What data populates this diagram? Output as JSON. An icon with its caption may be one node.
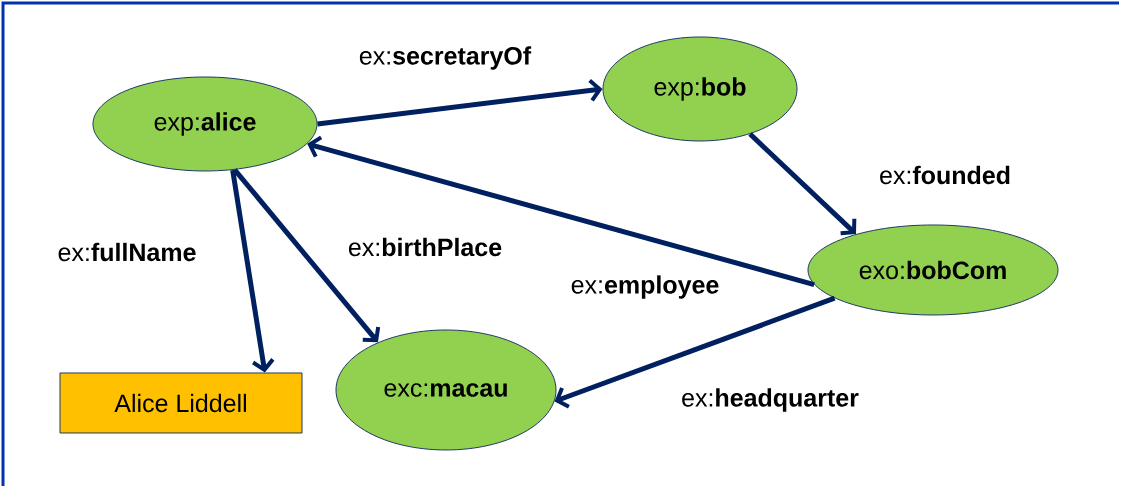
{
  "diagram": {
    "nodes": [
      {
        "text": [
          "exp:**alice**"
        ]
      },
      {
        "text": [
          "exp:**bob**"
        ]
      },
      {
        "text": [
          "exo:**bobCom**"
        ]
      },
      {
        "text": [
          "exc:**macau**"
        ]
      },
      {
        "text": [
          "Alice Liddell"
        ]
      }
    ],
    "edges": [
      {
        "from": 0,
        "to": 1,
        "arrow": "to",
        "label": "ex:**secretaryOf**"
      },
      {
        "from": 1,
        "to": 2,
        "arrow": "to",
        "label": "ex:**founded**"
      },
      {
        "from": 2,
        "to": 0,
        "arrow": "to",
        "label": "ex:**employee**"
      },
      {
        "from": 0,
        "to": 3,
        "arrow": "to",
        "label": "ex:**birthPlace**"
      },
      {
        "from": 0,
        "to": 4,
        "arrow": "to",
        "label": "ex:**fullName**"
      },
      {
        "from": 2,
        "to": 3,
        "arrow": "to",
        "label": "ex:**headquarter**"
      }
    ]
  }
}
